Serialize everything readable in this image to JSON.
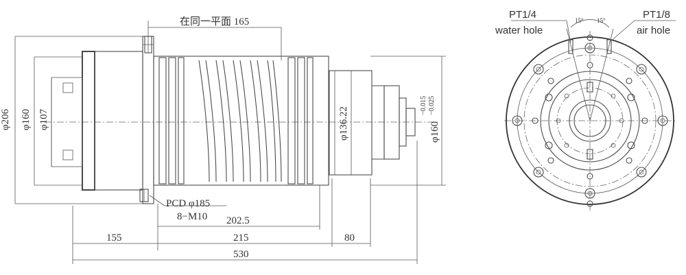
{
  "side_view": {
    "coplanar_note": "在同一平面 165",
    "dia_206": "φ206",
    "dia_160": "φ160",
    "dia_107": "φ107",
    "dia_136": "φ136.22",
    "dia_160_right": "φ160",
    "tol_upper": "−0.015",
    "tol_lower": "−0.025",
    "pcd": "PCD φ185",
    "bolts": "8−M10",
    "dim_202_5": "202.5",
    "dim_155": "155",
    "dim_215": "215",
    "dim_80": "80",
    "dim_530": "530"
  },
  "end_view": {
    "water_port": "PT1/4",
    "water_label": "water hole",
    "air_port": "PT1/8",
    "air_label": "air hole",
    "angle_left": "15°",
    "angle_right": "15°"
  },
  "colors": {
    "line": "#4a4a4a",
    "background": "#ffffff"
  }
}
